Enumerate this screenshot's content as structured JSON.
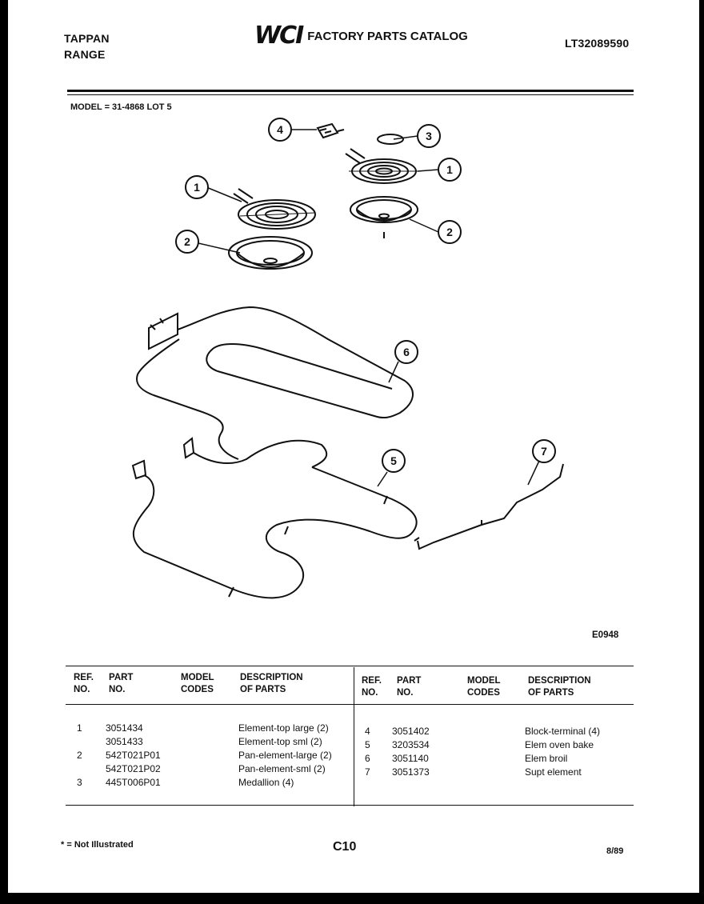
{
  "header": {
    "brand_line1": "TAPPAN",
    "brand_line2": "RANGE",
    "logo_text": "WCI",
    "catalog_title": "FACTORY PARTS CATALOG",
    "doc_number": "LT32089590"
  },
  "model_line": "MODEL = 31-4868 LOT 5",
  "callouts": [
    "1",
    "2",
    "3",
    "4",
    "5",
    "6",
    "7"
  ],
  "drawing_code": "E0948",
  "table": {
    "headers": {
      "ref": [
        "REF.",
        "NO."
      ],
      "part": [
        "PART",
        "NO."
      ],
      "model": [
        "MODEL",
        "CODES"
      ],
      "desc": [
        "DESCRIPTION",
        "OF PARTS"
      ]
    },
    "left_rows": [
      {
        "ref": "1",
        "part": "3051434",
        "desc": "Element-top large (2)"
      },
      {
        "ref": "",
        "part": "3051433",
        "desc": "Element-top sml (2)"
      },
      {
        "ref": "2",
        "part": "542T021P01",
        "desc": "Pan-element-large (2)"
      },
      {
        "ref": "",
        "part": "542T021P02",
        "desc": "Pan-element-sml (2)"
      },
      {
        "ref": "3",
        "part": "445T006P01",
        "desc": "Medallion (4)"
      }
    ],
    "right_rows": [
      {
        "ref": "4",
        "part": "3051402",
        "desc": "Block-terminal (4)"
      },
      {
        "ref": "5",
        "part": "3203534",
        "desc": "Elem oven bake"
      },
      {
        "ref": "6",
        "part": "3051140",
        "desc": "Elem broil"
      },
      {
        "ref": "7",
        "part": "3051373",
        "desc": "Supt element"
      }
    ]
  },
  "footer": {
    "note": "* = Not Illustrated",
    "page": "C10",
    "date": "8/89"
  }
}
